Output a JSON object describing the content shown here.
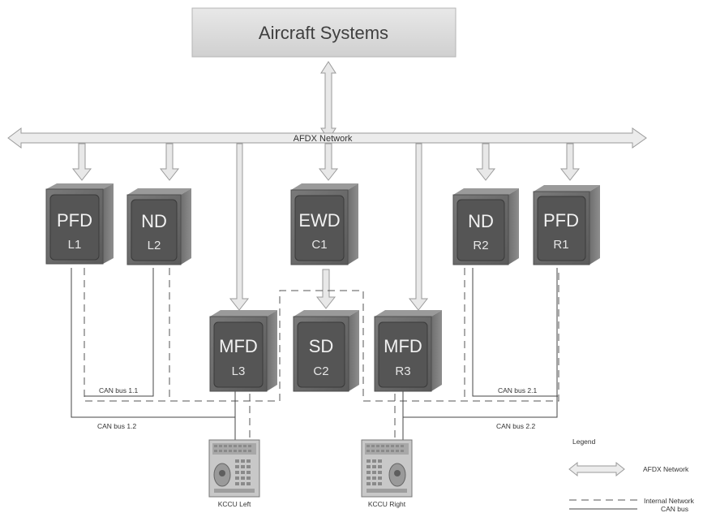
{
  "title": "Aircraft Systems",
  "network_label": "AFDX Network",
  "units": {
    "pfd_l1": {
      "name": "PFD",
      "id": "L1"
    },
    "nd_l2": {
      "name": "ND",
      "id": "L2"
    },
    "ewd_c1": {
      "name": "EWD",
      "id": "C1"
    },
    "nd_r2": {
      "name": "ND",
      "id": "R2"
    },
    "pfd_r1": {
      "name": "PFD",
      "id": "R1"
    },
    "mfd_l3": {
      "name": "MFD",
      "id": "L3"
    },
    "sd_c2": {
      "name": "SD",
      "id": "C2"
    },
    "mfd_r3": {
      "name": "MFD",
      "id": "R3"
    }
  },
  "buses": {
    "can11": "CAN bus 1.1",
    "can12": "CAN bus 1.2",
    "can21": "CAN bus 2.1",
    "can22": "CAN bus 2.2"
  },
  "kccu": {
    "left": "KCCU Left",
    "right": "KCCU Right"
  },
  "legend": {
    "title": "Legend",
    "afdx": "AFDX Network",
    "internal": "Internal Network",
    "can": "CAN bus"
  }
}
